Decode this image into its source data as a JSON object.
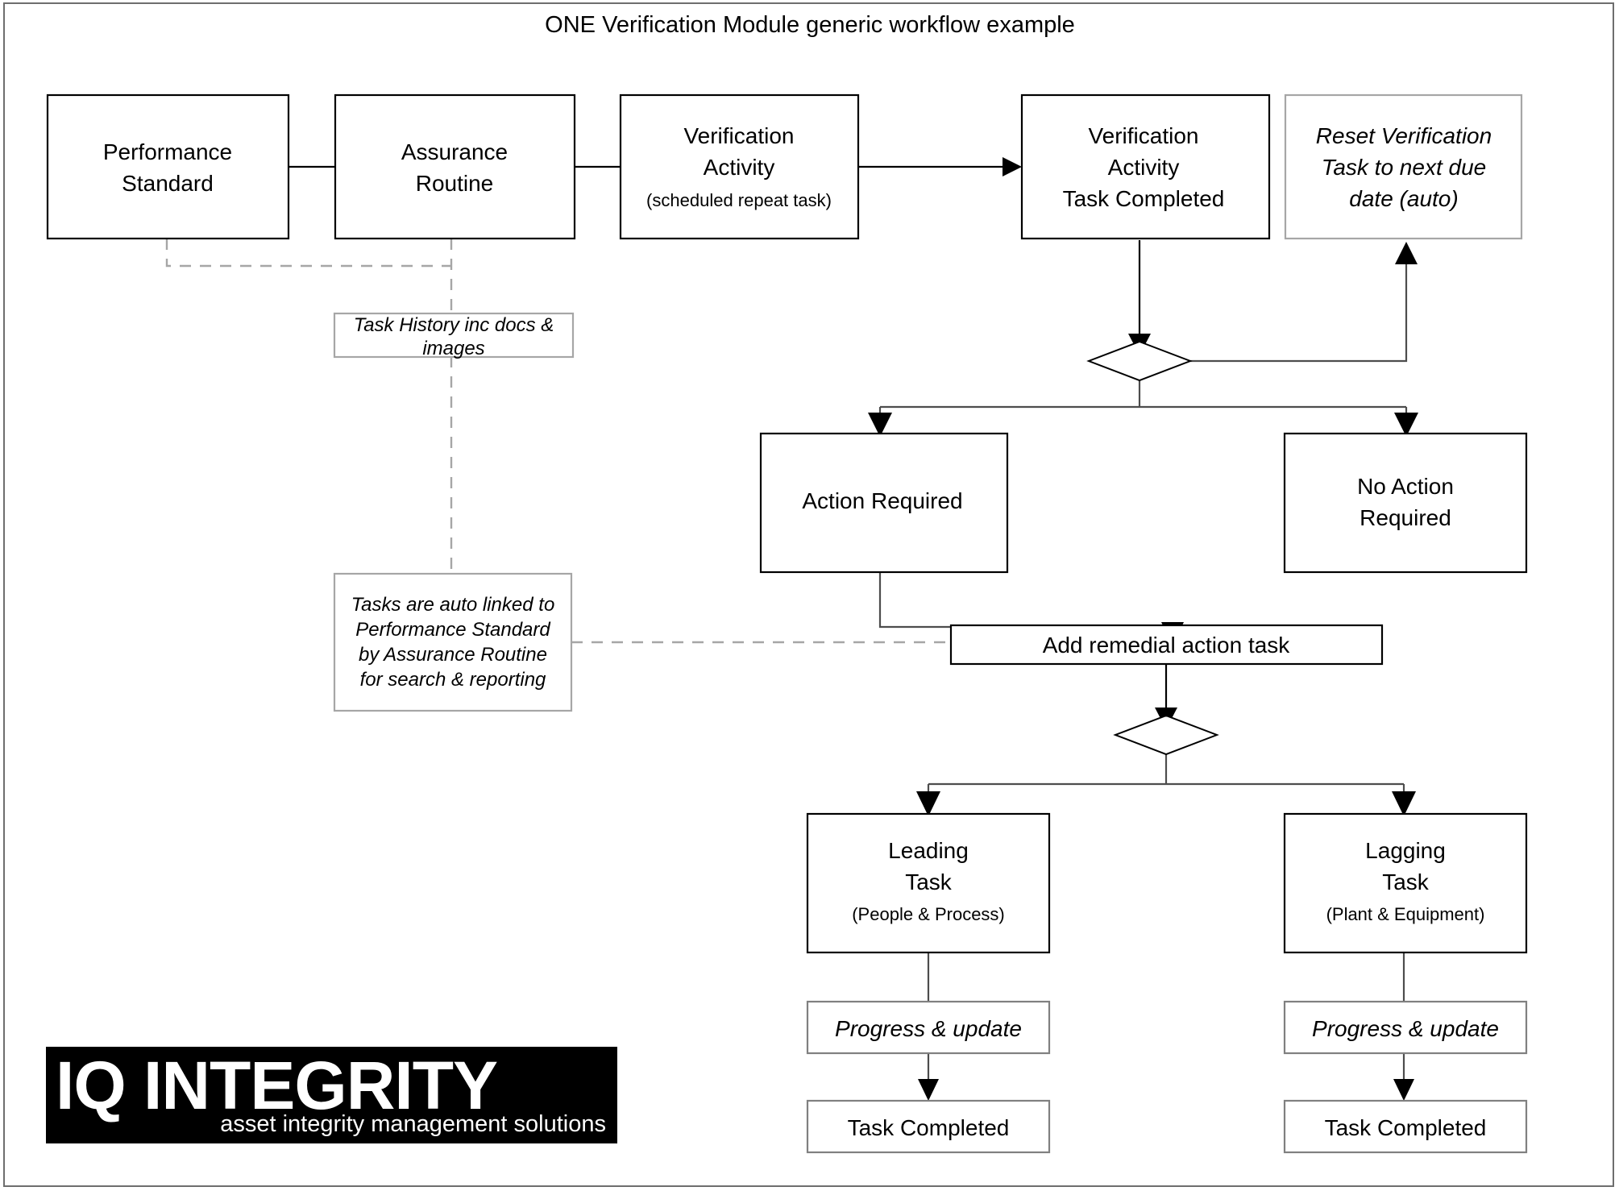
{
  "title": "ONE Verification Module generic workflow example",
  "colors": {
    "box_stroke": "#000000",
    "light_stroke": "#a6a6a6",
    "connector": "#4d4d4d",
    "dashed_connector": "#a6a6a6",
    "text": "#000000",
    "logo_background": "#000000",
    "logo_text": "#ffffff",
    "page_background": "#ffffff",
    "page_border": "#6e6e6e"
  },
  "nodes": {
    "performance_standard": {
      "line1": "Performance",
      "line2": "Standard"
    },
    "assurance_routine": {
      "line1": "Assurance",
      "line2": "Routine"
    },
    "verification_activity": {
      "line1": "Verification",
      "line2": "Activity",
      "line3": "(scheduled repeat task)"
    },
    "verification_task_completed": {
      "line1": "Verification",
      "line2": "Activity",
      "line3": "Task Completed"
    },
    "reset_verification": {
      "line1": "Reset Verification",
      "line2": "Task to next due",
      "line3": "date (auto)"
    },
    "action_required": {
      "line1": "Action Required"
    },
    "no_action_required": {
      "line1": "No Action",
      "line2": "Required"
    },
    "add_remedial_action": {
      "line1": "Add remedial action task"
    },
    "leading_task": {
      "line1": "Leading",
      "line2": "Task",
      "line3": "(People & Process)"
    },
    "lagging_task": {
      "line1": "Lagging",
      "line2": "Task",
      "line3": "(Plant & Equipment)"
    },
    "leading_progress": {
      "line1": "Progress & update"
    },
    "lagging_progress": {
      "line1": "Progress & update"
    },
    "leading_completed": {
      "line1": "Task Completed"
    },
    "lagging_completed": {
      "line1": "Task Completed"
    }
  },
  "notes": {
    "task_history": {
      "line1": "Task History inc docs &",
      "line2": "images"
    },
    "auto_linked": {
      "line1": "Tasks are auto linked to",
      "line2": "Performance Standard",
      "line3": "by Assurance Routine",
      "line4": "for search & reporting"
    }
  },
  "logo": {
    "name": "IQ INTEGRITY",
    "tagline": "asset integrity management solutions"
  }
}
